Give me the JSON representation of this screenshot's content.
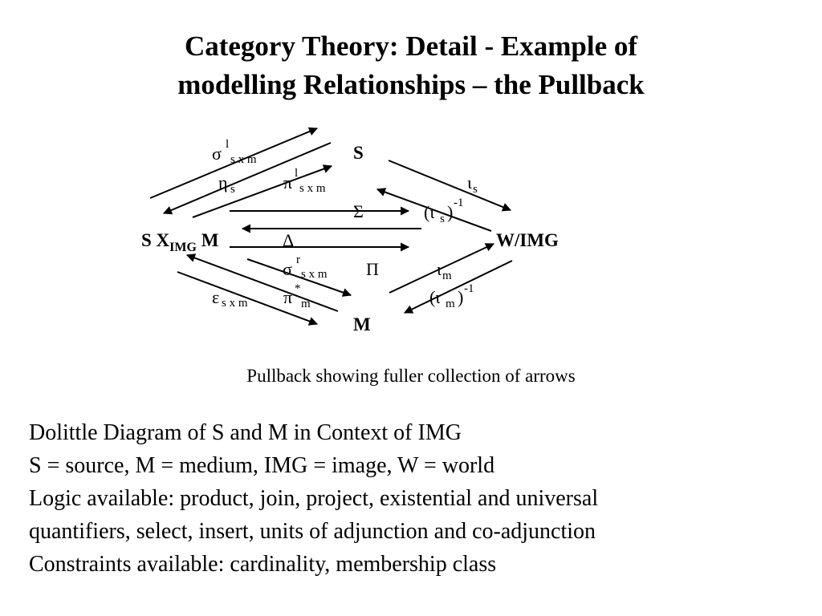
{
  "title": {
    "line1": "Category Theory: Detail - Example of",
    "line2": "modelling Relationships – the Pullback"
  },
  "diagram": {
    "nodes": {
      "s": "S",
      "product": {
        "base": "S X",
        "sub": "IMG",
        "tail": " M"
      },
      "world": "W/IMG",
      "m": "M"
    },
    "labels": {
      "sigma_l": {
        "sym": "σ",
        "sup": "l",
        "sub": "s x m"
      },
      "eta_s": {
        "sym": "η",
        "sub": "s"
      },
      "pi_l": {
        "sym": "π",
        "sup": "l",
        "sub": "s x m"
      },
      "iota_s": {
        "sym": "ι",
        "sub": "s"
      },
      "Sigma": "Σ",
      "iota_s_inv": {
        "open": "(ι",
        "sub": "s",
        "close": ")",
        "sup": "-1"
      },
      "Delta": "Δ",
      "sigma_r": {
        "sym": "σ",
        "sup": "r",
        "sub": "s x m"
      },
      "Pi": "Π",
      "iota_m": {
        "sym": "ι",
        "sub": "m"
      },
      "epsilon": {
        "sym": "ε",
        "sub": "s x m"
      },
      "pi_star": {
        "sym": "π",
        "sup": "*",
        "sub": "m"
      },
      "iota_m_inv": {
        "open": "(ι",
        "sub": "m",
        "close": ")",
        "sup": "-1"
      }
    }
  },
  "caption": "Pullback showing fuller collection of arrows",
  "body_lines": [
    "Dolittle Diagram of S and M in Context of IMG",
    "S = source, M = medium, IMG = image, W = world",
    "Logic available: product, join, project, existential and universal",
    "quantifiers, select, insert, units of adjunction and co-adjunction",
    "Constraints available: cardinality, membership class"
  ]
}
